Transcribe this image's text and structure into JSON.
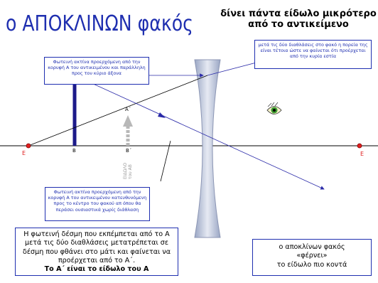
{
  "title": "ο ΑΠΟΚΛΙΝΩΝ φακός",
  "subtitle": "δίνει πάντα είδωλο μικρότερο από το αντικείμενο",
  "boxes": {
    "parallel_ray": "Φωτεινή ακτίνα προερχόμενη από την κορυφή Α του αντικειμένου και παράλληλη προς τον κύριο άξονα",
    "refracted": "μετά τις δύο διαθλάσεις στο φακό η πορεία της είναι τέτοια ώστε να φαίνεται ότι προέρχεται από την κυρία εστία",
    "center_ray": "Φωτεινή ακτίνα προερχόμενη από την κορυφή Α του αντικειμένου κατευθυνόμενη προς το κέντρο του φακού απ όπου θα περάσει ουσιαστικά χωρίς διάθλαση",
    "explanation_main": "Η φωτεινή δέσμη που εκπέμπεται από το Α μετά τις δύο διαθλάσεις μετατρέπεται σε δέσμη που φθάνει στο μάτι και φαίνεται να προέρχεται από το Α΄.",
    "explanation_bold": "Το Α΄ είναι το είδωλο του Α",
    "conclusion_line1": "ο αποκλίνων φακός",
    "conclusion_line2": "«φέρνει»",
    "conclusion_line3": "το είδωλο πιο κοντά"
  },
  "labels": {
    "A": "A",
    "B": "B",
    "A_prime": "A΄",
    "B_prime": "B΄",
    "E_left": "E",
    "E_right": "E",
    "image_caption_1": "ΕΙΔΩΛΟ",
    "image_caption_2": "του ΑΒ"
  },
  "colors": {
    "title": "#1f2fb0",
    "ray": "#2a2aa8",
    "object_arrow": "#1c1a8a",
    "image_arrow": "#b8b8b8",
    "focal_point": "#e02020",
    "lens": "#bcc4d8"
  },
  "icons": {
    "eye": "eye-icon"
  }
}
